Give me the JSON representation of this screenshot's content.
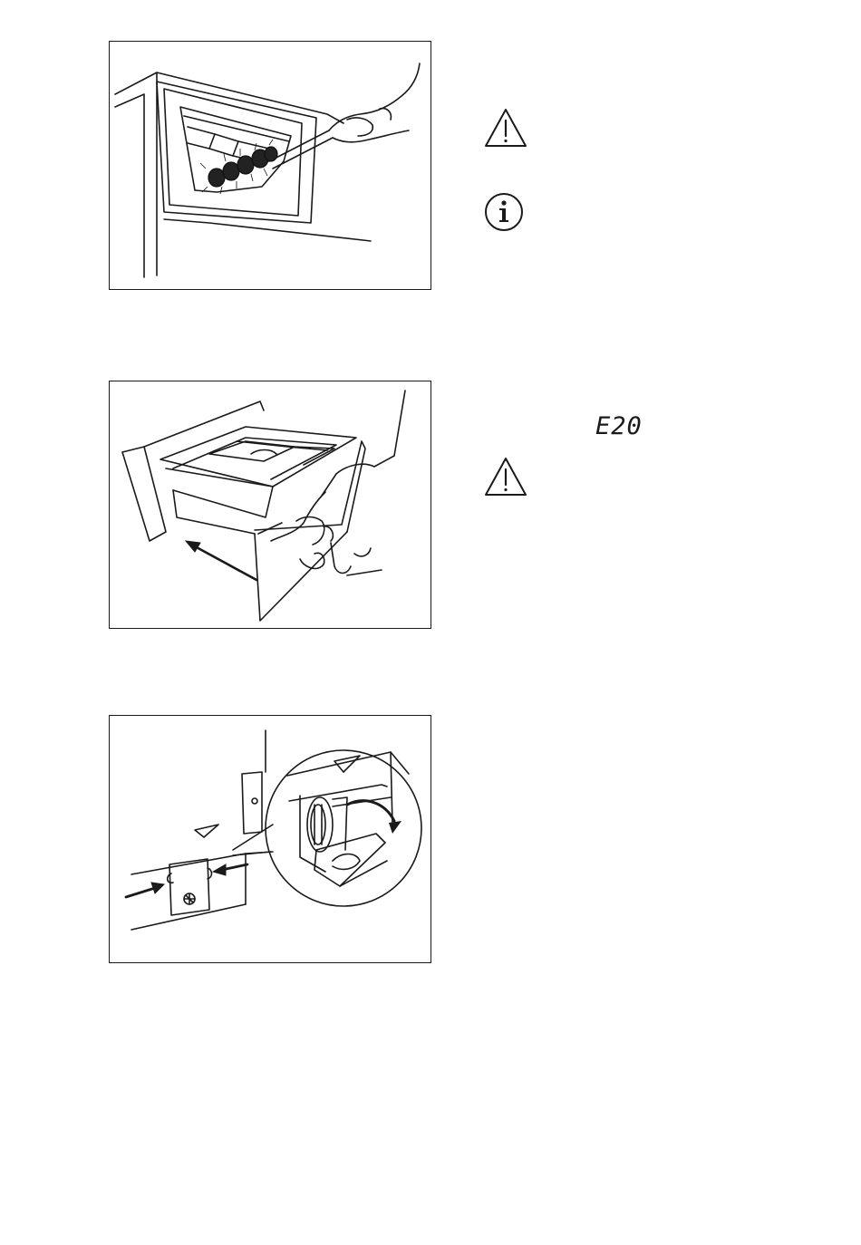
{
  "figures": [
    {
      "id": "fig-brush-cleaning",
      "icon": "dispenser-brush-cleaning-illustration"
    },
    {
      "id": "fig-remove-dispenser",
      "icon": "dispenser-drawer-removal-illustration"
    },
    {
      "id": "fig-drain-filter",
      "icon": "drain-filter-cover-illustration"
    }
  ],
  "symbols": {
    "warning_1": "warning-triangle-icon",
    "info_1": "info-circle-icon",
    "warning_2": "warning-triangle-icon"
  },
  "error_code": "E20"
}
